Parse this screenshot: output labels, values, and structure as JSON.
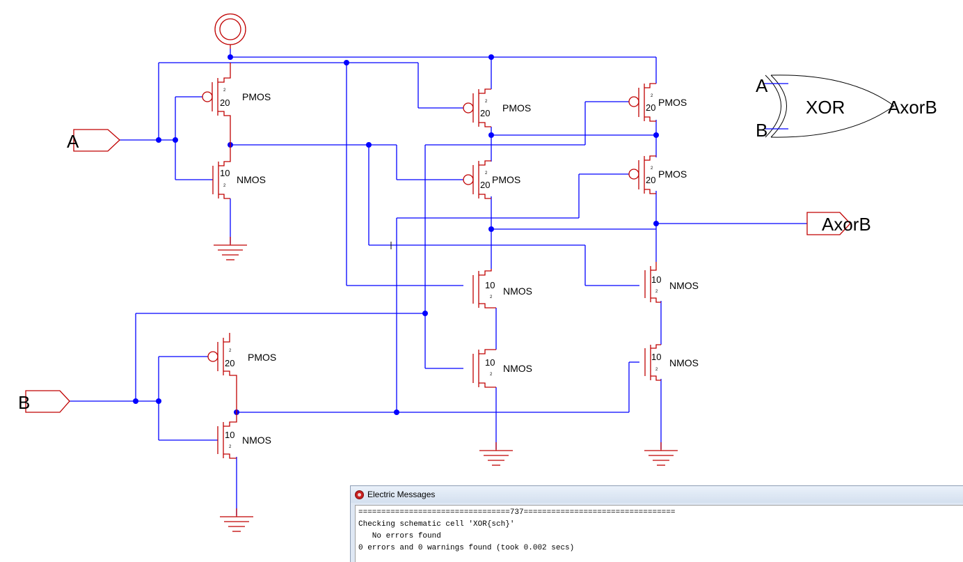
{
  "schematic": {
    "colors": {
      "wire": "#0000ff",
      "component": "#c00000",
      "symbol": "#000000"
    },
    "input_pins": [
      "A",
      "B"
    ],
    "output_pin": "AxorB",
    "pmos_label": "PMOS",
    "nmos_label": "NMOS",
    "pmos_size": "20",
    "nmos_size": "10",
    "size_sub": "2",
    "icon_gate": {
      "text": "XOR",
      "inputs": [
        "A",
        "B"
      ],
      "output": "AxorB"
    }
  },
  "messages": {
    "title": "Electric Messages",
    "title_icon": "electric-app-icon",
    "lines": [
      "=================================737=================================",
      "Checking schematic cell 'XOR{sch}'",
      "   No errors found",
      "0 errors and 0 warnings found (took 0.002 secs)"
    ]
  }
}
